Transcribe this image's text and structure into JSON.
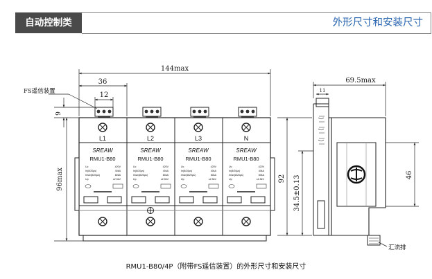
{
  "header": {
    "category": "自动控制类",
    "title": "外形尺寸和安装尺寸"
  },
  "dimensions": {
    "total_width": "144max",
    "module_width": "36",
    "terminal_width": "12",
    "fs_label": "FS遥信装置",
    "top_offset": "9",
    "height": "96max",
    "side_width": "69.5max",
    "side_height": "92",
    "rail_height": "34.5±0.13",
    "rail_width": "46",
    "small_dim": "11",
    "busbar_label": "汇流排"
  },
  "modules": [
    {
      "pole": "L1",
      "brand": "SREAW",
      "model": "RMU1-B80",
      "specs": [
        "Uc",
        "In(8/20μs)",
        "Imax(8/20μs)",
        "Up"
      ],
      "values": [
        "420V",
        "40kA",
        "80kA",
        "≤2.5kV"
      ]
    },
    {
      "pole": "L2",
      "brand": "SREAW",
      "model": "RMU1-B80",
      "specs": [
        "Uc",
        "In(8/20μs)",
        "Imax(8/20μs)",
        "Up"
      ],
      "values": [
        "420V",
        "40kA",
        "80kA",
        "≤2.5kV"
      ]
    },
    {
      "pole": "L3",
      "brand": "SREAW",
      "model": "RMU1-B80",
      "specs": [
        "Uc",
        "In(8/20μs)",
        "Imax(8/20μs)",
        "Up"
      ],
      "values": [
        "420V",
        "40kA",
        "80kA",
        "≤2.5kV"
      ]
    },
    {
      "pole": "N",
      "brand": "SREAW",
      "model": "RMU1-B80",
      "specs": [
        "Uc",
        "In(8/20μs)",
        "Imax(8/20μs)",
        "Up"
      ],
      "values": [
        "420V",
        "40kA",
        "80kA",
        "≤2.5kV"
      ]
    }
  ],
  "caption": "RMU1-B80/4P（附带FS遥信装置）的外形尺寸和安装尺寸"
}
